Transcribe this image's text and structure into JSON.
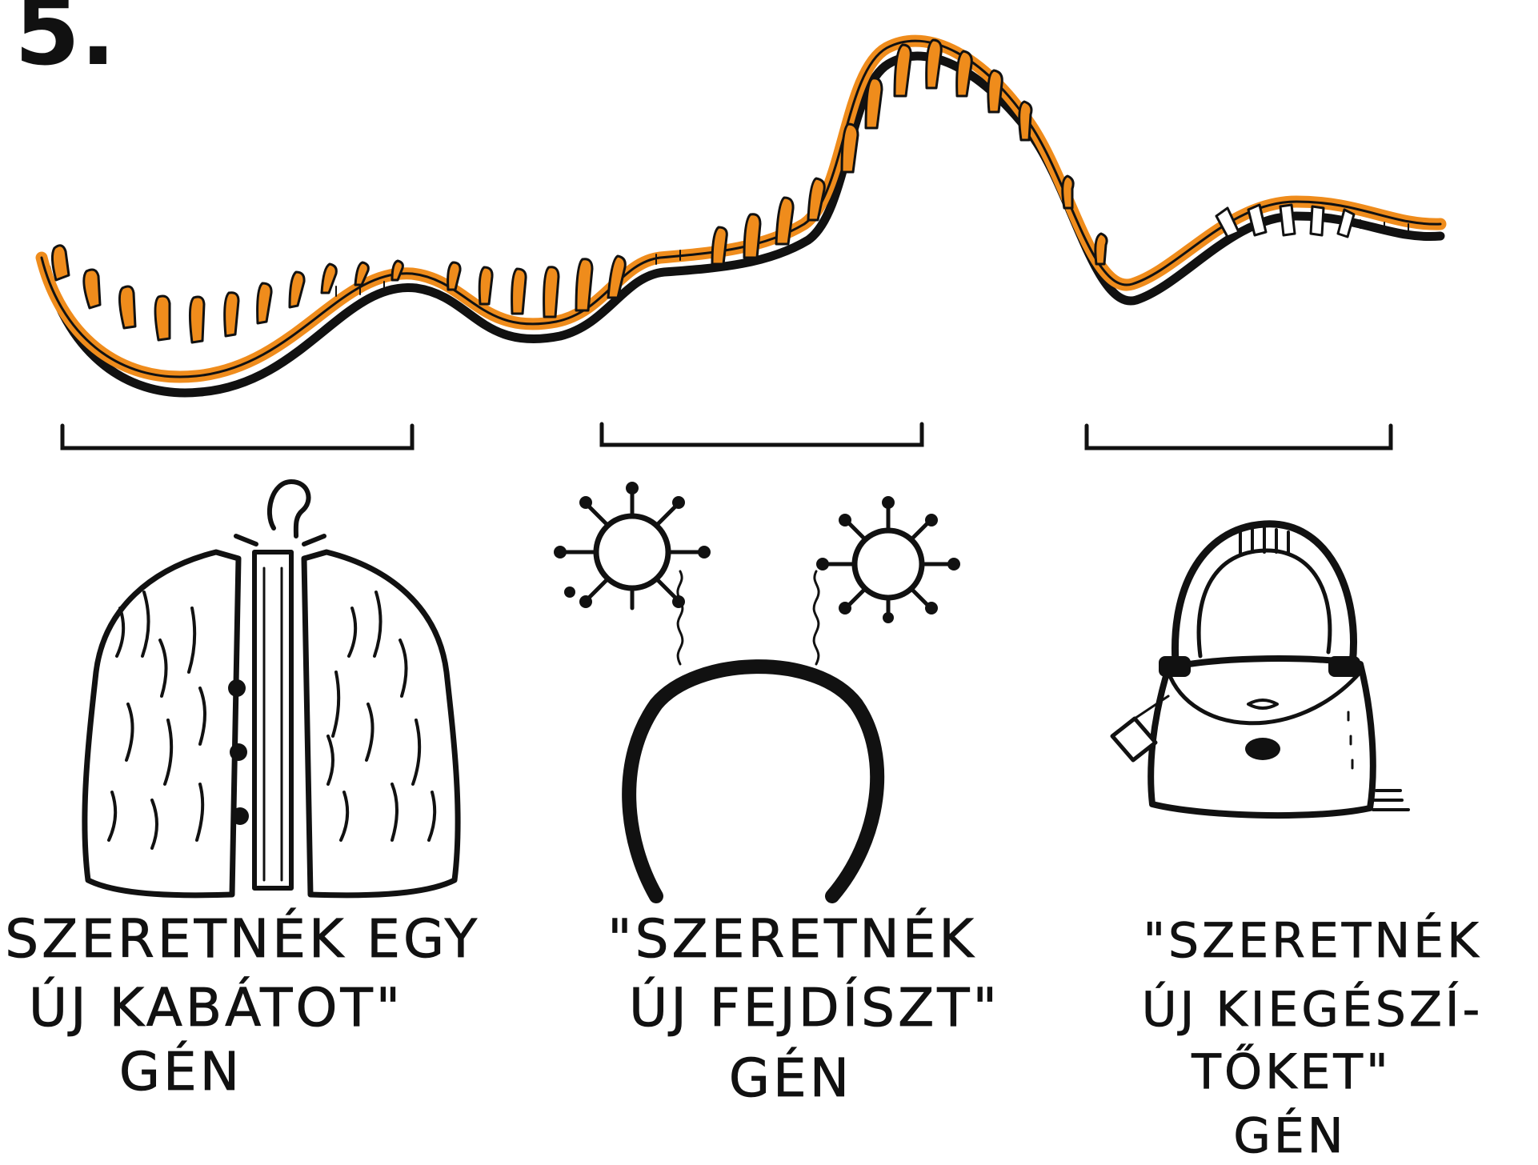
{
  "step_number": "5.",
  "colors": {
    "strand": "#ef8c1c",
    "ink": "#111111",
    "background": "#ffffff"
  },
  "genes": [
    {
      "icon": "fur-coat-icon",
      "lines": [
        "\"SZERETNÉK EGY",
        "ÚJ KABÁTOT\"",
        "GÉN"
      ]
    },
    {
      "icon": "antenna-headband-icon",
      "lines": [
        "\"SZERETNÉK",
        "ÚJ FEJDÍSZT\"",
        "GÉN"
      ]
    },
    {
      "icon": "handbag-icon",
      "lines": [
        "\"SZERETNÉK",
        "ÚJ KIEGÉSZÍ-",
        "TŐKET\"",
        "GÉN"
      ]
    }
  ]
}
